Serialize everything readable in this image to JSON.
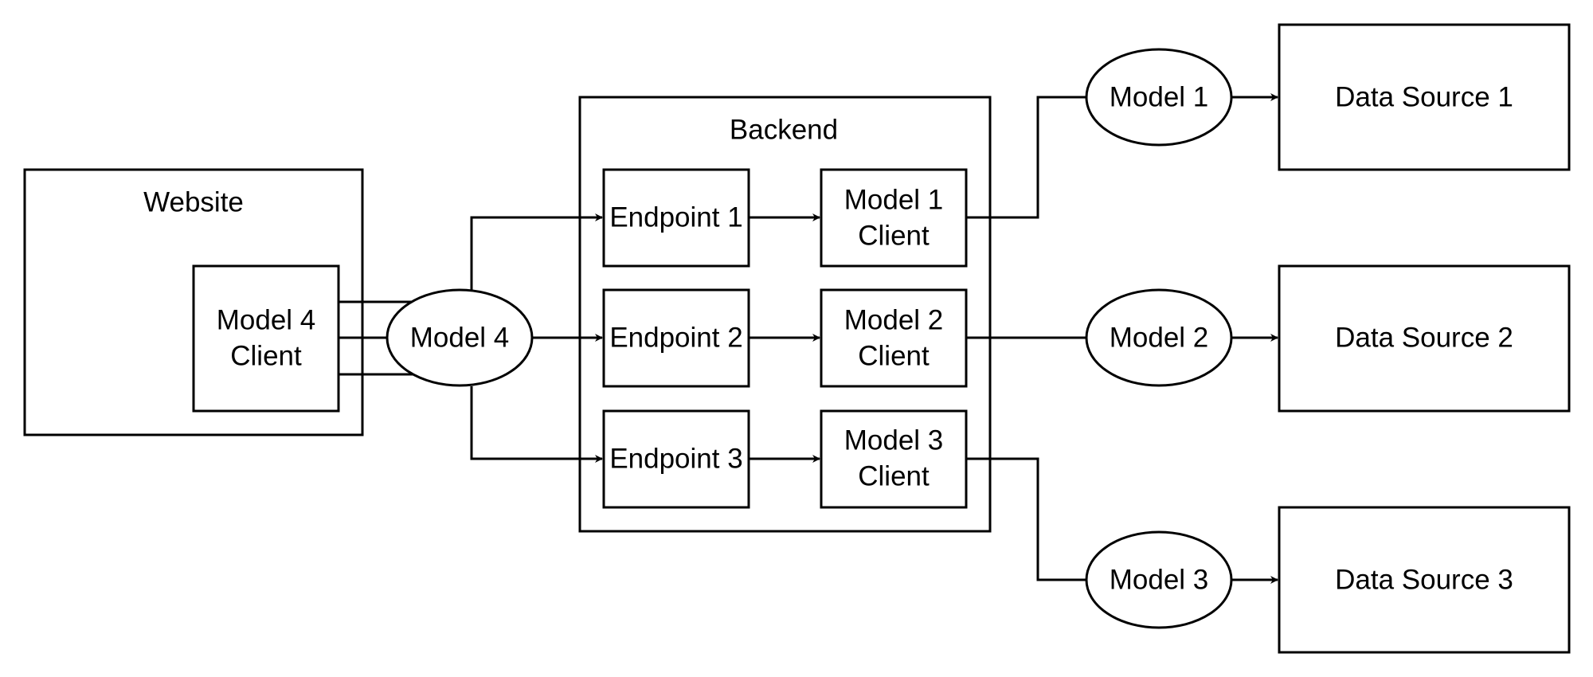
{
  "diagram": {
    "containers": {
      "website": "Website",
      "backend": "Backend"
    },
    "nodes": {
      "model4_client": {
        "line1": "Model 4",
        "line2": "Client"
      },
      "model4": "Model 4",
      "endpoint1": "Endpoint 1",
      "endpoint2": "Endpoint 2",
      "endpoint3": "Endpoint 3",
      "model1_client": {
        "line1": "Model 1",
        "line2": "Client"
      },
      "model2_client": {
        "line1": "Model 2",
        "line2": "Client"
      },
      "model3_client": {
        "line1": "Model 3",
        "line2": "Client"
      },
      "model1": "Model 1",
      "model2": "Model 2",
      "model3": "Model 3",
      "data_source1": "Data Source 1",
      "data_source2": "Data Source 2",
      "data_source3": "Data Source 3"
    },
    "edges": [
      {
        "from": "Model 4 Client",
        "to": "Model 4"
      },
      {
        "from": "Model 4",
        "to": "Endpoint 1"
      },
      {
        "from": "Model 4",
        "to": "Endpoint 2"
      },
      {
        "from": "Model 4",
        "to": "Endpoint 3"
      },
      {
        "from": "Endpoint 1",
        "to": "Model 1 Client"
      },
      {
        "from": "Endpoint 2",
        "to": "Model 2 Client"
      },
      {
        "from": "Endpoint 3",
        "to": "Model 3 Client"
      },
      {
        "from": "Model 1 Client",
        "to": "Model 1"
      },
      {
        "from": "Model 2 Client",
        "to": "Model 2"
      },
      {
        "from": "Model 3 Client",
        "to": "Model 3"
      },
      {
        "from": "Model 1",
        "to": "Data Source 1"
      },
      {
        "from": "Model 2",
        "to": "Data Source 2"
      },
      {
        "from": "Model 3",
        "to": "Data Source 3"
      }
    ]
  }
}
